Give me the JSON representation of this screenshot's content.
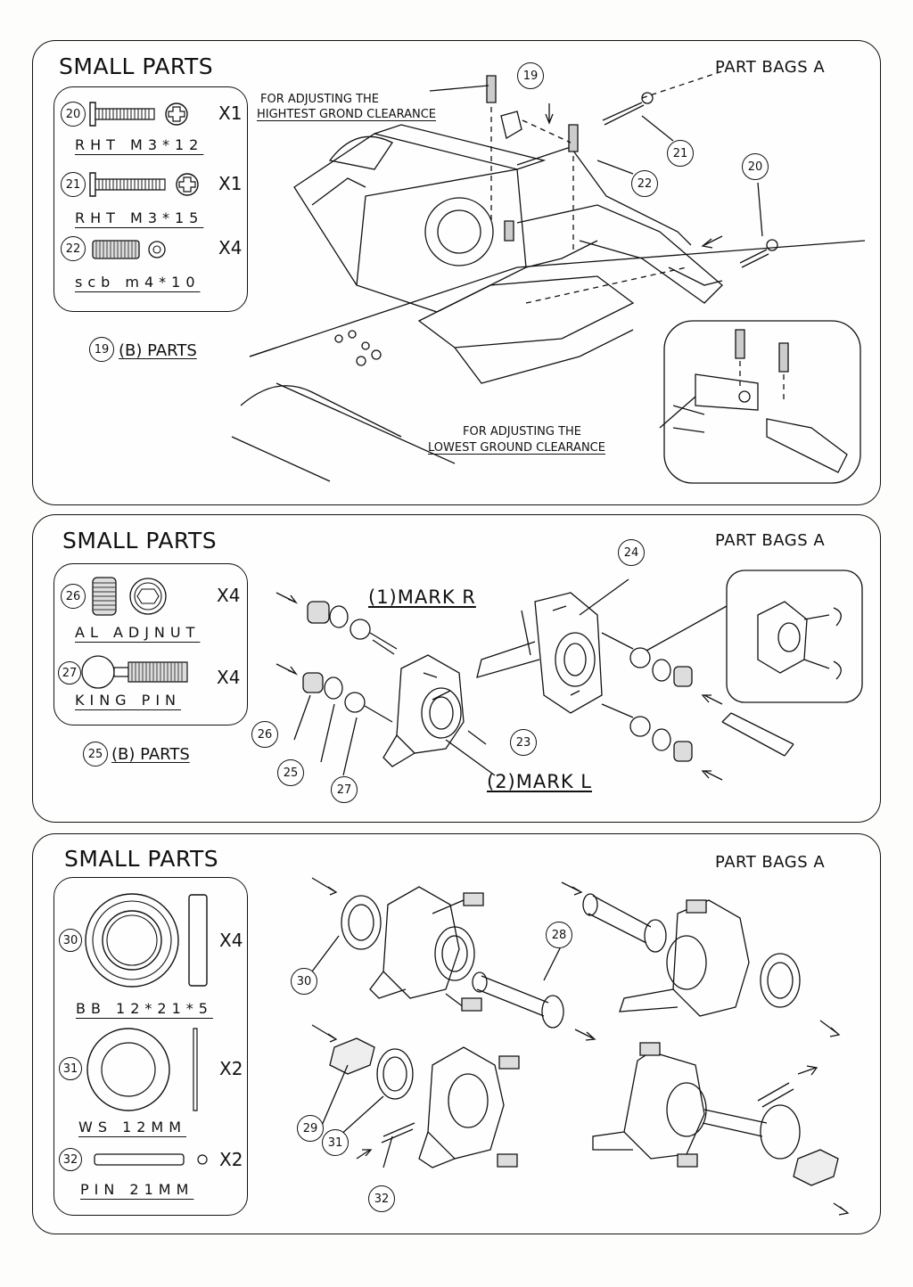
{
  "panels": [
    {
      "title": "SMALL PARTS",
      "bags": "PART BAGS A",
      "parts": [
        {
          "num": "20",
          "qty": "X1",
          "spec": "RHT M3*12"
        },
        {
          "num": "21",
          "qty": "X1",
          "spec": "RHT M3*15"
        },
        {
          "num": "22",
          "qty": "X4",
          "spec": "scb m4*10"
        }
      ],
      "bparts": {
        "num": "19",
        "label": "(B) PARTS"
      },
      "notes": {
        "highest_1": "FOR ADJUSTING THE",
        "highest_2": "HIGHTEST GROND CLEARANCE",
        "lowest_1": "FOR ADJUSTING THE",
        "lowest_2": "LOWEST GROUND CLEARANCE"
      },
      "callouts": [
        "19",
        "21",
        "22",
        "20"
      ]
    },
    {
      "title": "SMALL PARTS",
      "bags": "PART BAGS A",
      "parts": [
        {
          "num": "26",
          "qty": "X4",
          "spec": "AL ADJNUT"
        },
        {
          "num": "27",
          "qty": "X4",
          "spec": "KING PIN"
        }
      ],
      "bparts": {
        "num": "25",
        "label": "(B) PARTS"
      },
      "marks": {
        "r": "(1)MARK R",
        "l": "(2)MARK L"
      },
      "callouts": [
        "24",
        "23",
        "26",
        "25",
        "27"
      ]
    },
    {
      "title": "SMALL PARTS",
      "bags": "PART BAGS A",
      "parts": [
        {
          "num": "30",
          "qty": "X4",
          "spec": "BB 12*21*5"
        },
        {
          "num": "31",
          "qty": "X2",
          "spec": "WS 12MM"
        },
        {
          "num": "32",
          "qty": "X2",
          "spec": "PIN 21MM"
        }
      ],
      "callouts": [
        "30",
        "28",
        "29",
        "31",
        "32"
      ]
    }
  ]
}
